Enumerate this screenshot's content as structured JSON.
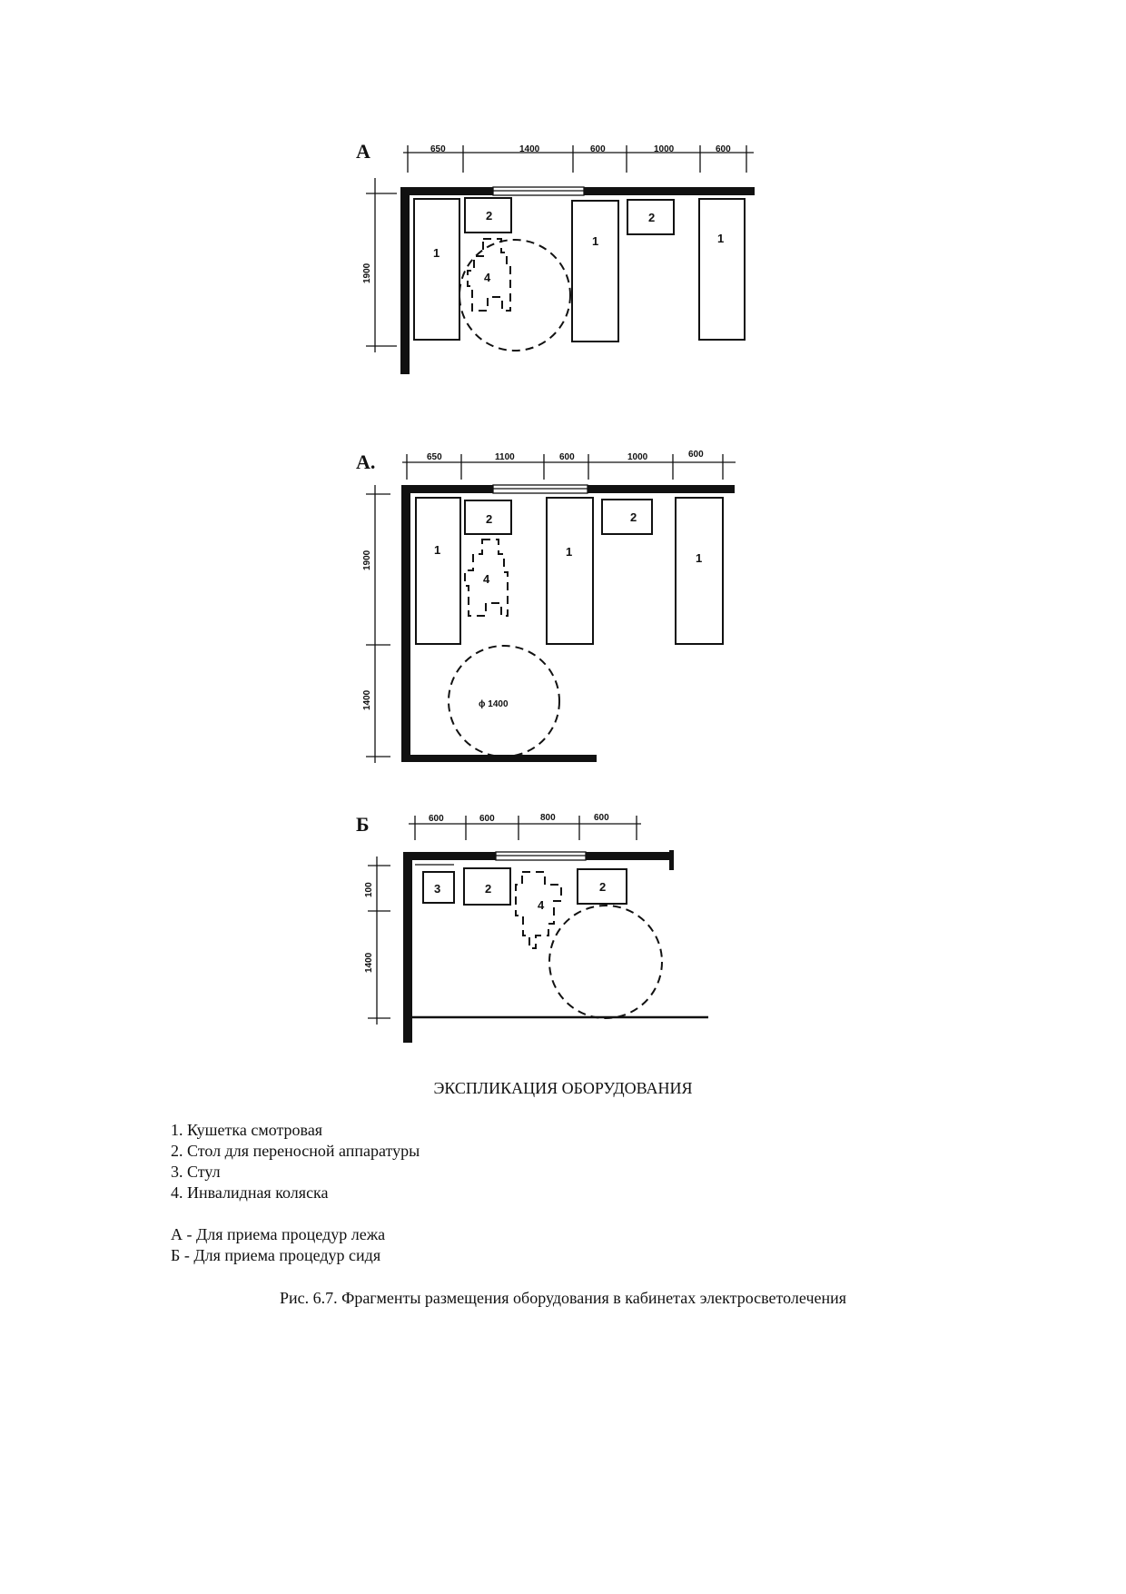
{
  "plans": {
    "p1": {
      "letter": "А",
      "top_dims": [
        "650",
        "1400",
        "600",
        "1000",
        "600"
      ],
      "side_dims": [
        "1900"
      ],
      "labels": [
        "1",
        "2",
        "4",
        "1",
        "2",
        "1"
      ]
    },
    "p2": {
      "letter": "А.",
      "top_dims": [
        "650",
        "1100",
        "600",
        "1000",
        "600"
      ],
      "side_dims": [
        "1900",
        "1400"
      ],
      "labels": [
        "1",
        "2",
        "4",
        "1",
        "2",
        "1"
      ],
      "circle_label": "ϕ 1400"
    },
    "p3": {
      "letter": "Б",
      "top_dims": [
        "600",
        "600",
        "800",
        "600"
      ],
      "side_dims": [
        "100",
        "1400"
      ],
      "labels": [
        "3",
        "2",
        "4",
        "2"
      ]
    }
  },
  "legend": {
    "title": "ЭКСПЛИКАЦИЯ ОБОРУДОВАНИЯ",
    "items": [
      "1. Кушетка смотровая",
      "2. Стол для переносной аппаратуры",
      "3. Стул",
      "4. Инвалидная коляска"
    ],
    "modes": [
      "А - Для приема процедур лежа",
      "Б - Для приема процедур сидя"
    ]
  },
  "caption": "Рис. 6.7. Фрагменты размещения оборудования в кабинетах электросветолечения"
}
